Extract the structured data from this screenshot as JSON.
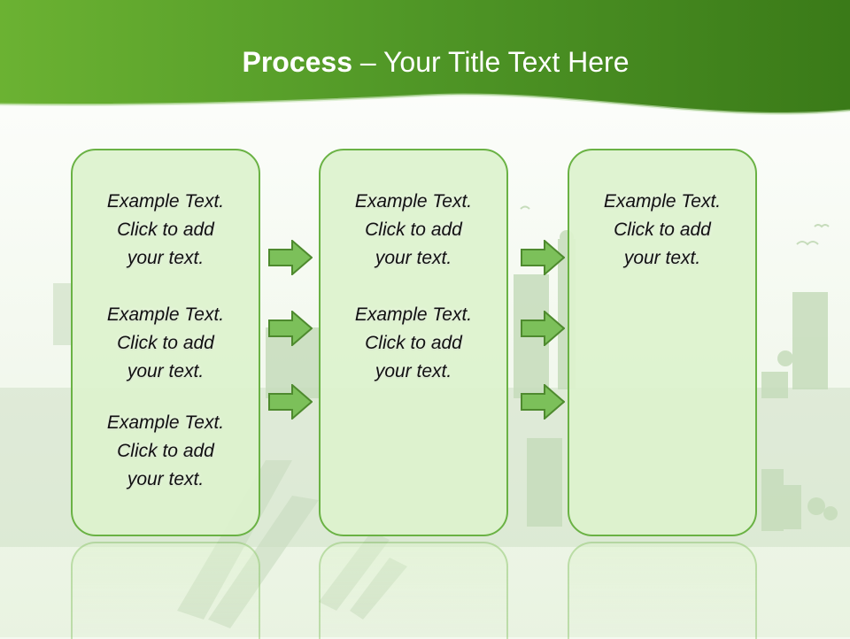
{
  "title": {
    "bold": "Process",
    "rest": " – Your Title Text Here"
  },
  "boxes": [
    {
      "items": [
        {
          "l1": "Example Text.",
          "l2": "Click  to add",
          "l3": "your text."
        },
        {
          "l1": "Example Text.",
          "l2": "Click  to add",
          "l3": "your text."
        },
        {
          "l1": "Example Text.",
          "l2": "Click  to add",
          "l3": "your text."
        }
      ]
    },
    {
      "items": [
        {
          "l1": "Example Text.",
          "l2": "Click  to add",
          "l3": "your text."
        },
        {
          "l1": "Example Text.",
          "l2": "Click  to add",
          "l3": "your text."
        }
      ]
    },
    {
      "items": [
        {
          "l1": "Example Text.",
          "l2": "Click  to add",
          "l3": "your text."
        }
      ]
    }
  ],
  "colors": {
    "header_dark": "#3f7f1c",
    "header_light": "#6bb232",
    "box_border": "#6ab244",
    "box_fill": "#ddf2cd",
    "arrow_fill": "#7cc05a",
    "arrow_stroke": "#4e8a2e"
  }
}
